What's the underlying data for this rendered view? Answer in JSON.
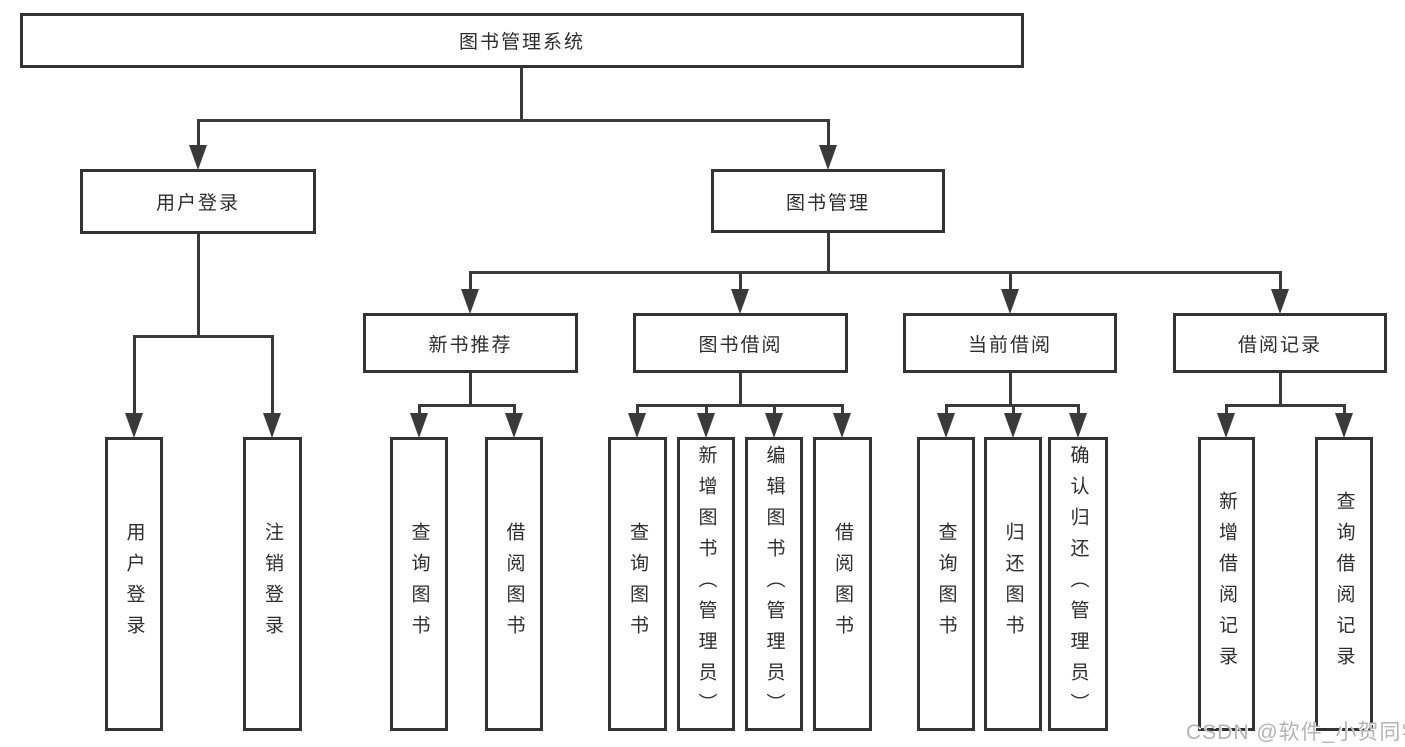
{
  "diagram_type": "hierarchy-tree",
  "tree": {
    "label": "图书管理系统",
    "children": [
      {
        "label": "用户登录",
        "children": [
          {
            "label": "用户登录"
          },
          {
            "label": "注销登录"
          }
        ]
      },
      {
        "label": "图书管理",
        "children": [
          {
            "label": "新书推荐",
            "children": [
              {
                "label": "查询图书"
              },
              {
                "label": "借阅图书"
              }
            ]
          },
          {
            "label": "图书借阅",
            "children": [
              {
                "label": "查询图书"
              },
              {
                "label": "新增图书（管理员）"
              },
              {
                "label": "编辑图书（管理员）"
              },
              {
                "label": "借阅图书"
              }
            ]
          },
          {
            "label": "当前借阅",
            "children": [
              {
                "label": "查询图书"
              },
              {
                "label": "归还图书"
              },
              {
                "label": "确认归还（管理员）"
              }
            ]
          },
          {
            "label": "借阅记录",
            "children": [
              {
                "label": "新增借阅记录"
              },
              {
                "label": "查询借阅记录"
              }
            ]
          }
        ]
      }
    ]
  },
  "watermark": {
    "text": "CSDN @软件_小贺同学"
  },
  "colors": {
    "line": "#3a3a3a",
    "box_border": "#333333",
    "text": "#2d2d2d",
    "watermark": "#b4b4b4",
    "background": "#ffffff"
  }
}
